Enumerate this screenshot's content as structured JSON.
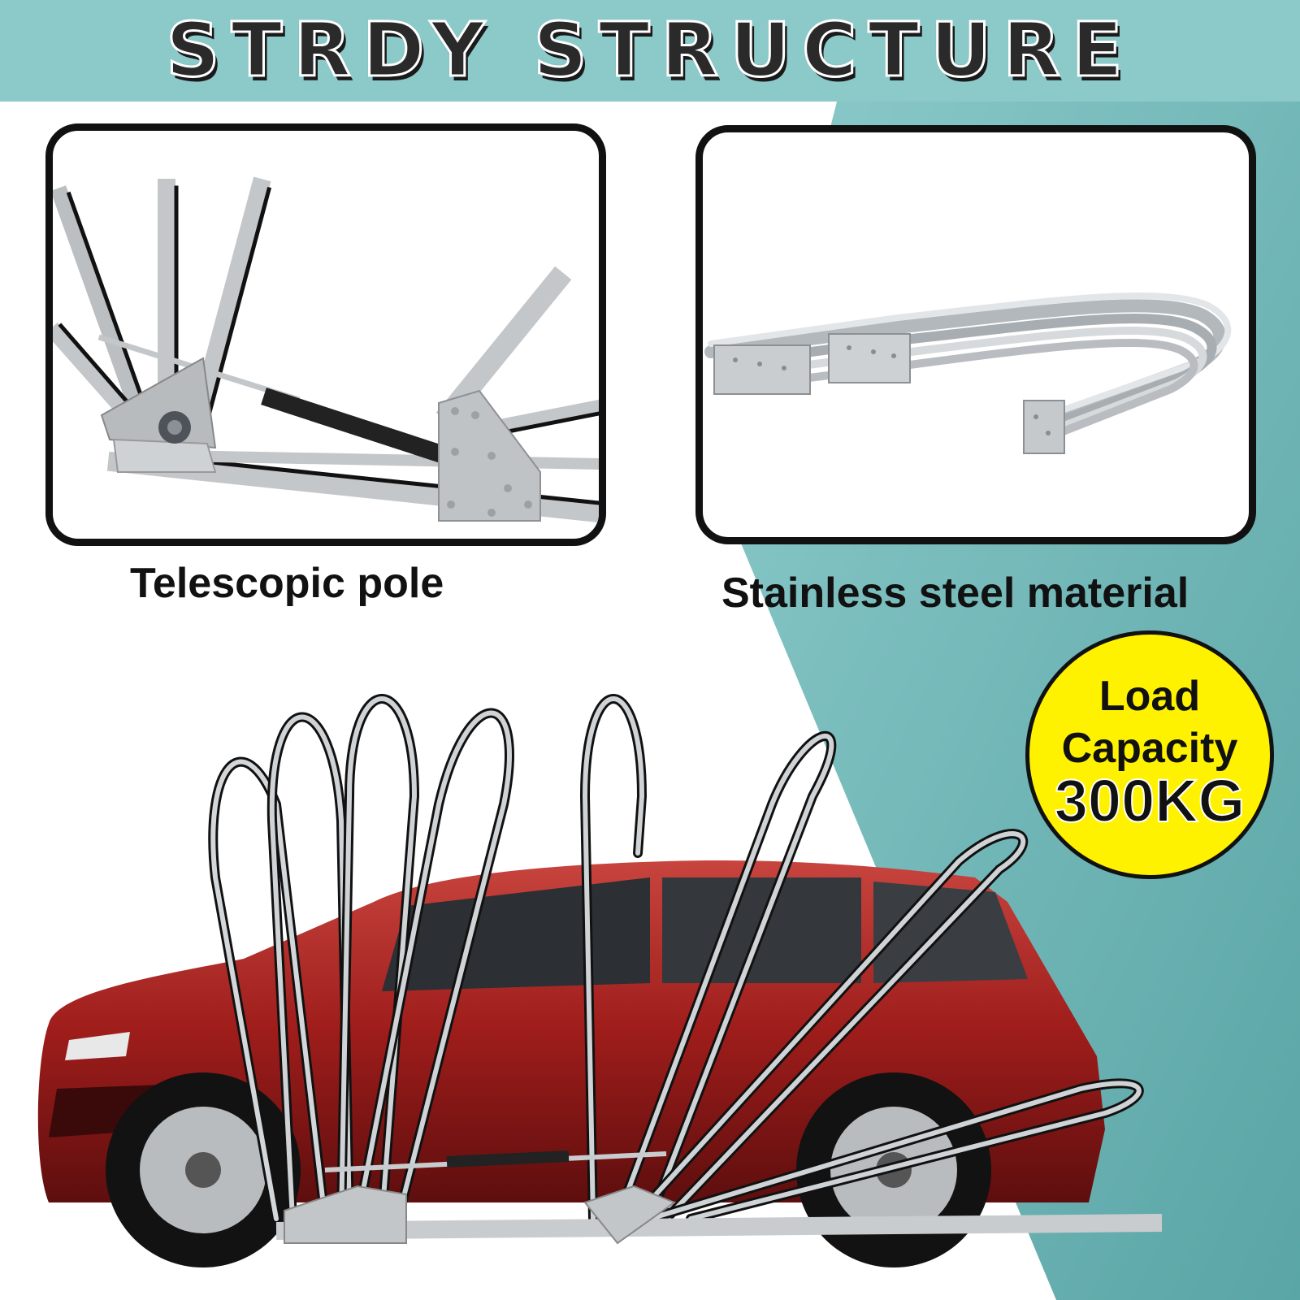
{
  "header": {
    "title": "STRDY STRUCTURE"
  },
  "panels": [
    {
      "caption": "Telescopic pole",
      "illustration": "hinge-joint-with-gas-strut"
    },
    {
      "caption": "Stainless steel material",
      "illustration": "folded-stainless-steel-frame"
    }
  ],
  "badge": {
    "line1": "Load",
    "line2": "Capacity",
    "line3": "300KG"
  },
  "scene": {
    "illustration": "red-suv-under-folding-stainless-frame"
  },
  "colors": {
    "band": "#8ccaca",
    "teal": "#6fb4b2",
    "badge": "#fff200",
    "car": "#a5201e",
    "steel": "#c9ccce"
  }
}
